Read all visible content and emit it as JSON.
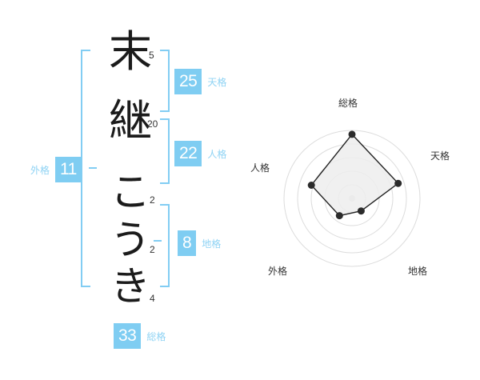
{
  "name_diagram": {
    "characters": [
      {
        "char": "末",
        "strokes": "5",
        "type": "kanji"
      },
      {
        "char": "継",
        "strokes": "20",
        "type": "kanji"
      },
      {
        "char": "こ",
        "strokes": "2",
        "type": "kana"
      },
      {
        "char": "う",
        "strokes": "2",
        "type": "kana"
      },
      {
        "char": "き",
        "strokes": "4",
        "type": "kana"
      }
    ],
    "badges": [
      {
        "id": "tenkaku",
        "value": "25",
        "label": "天格"
      },
      {
        "id": "jinkaku",
        "value": "22",
        "label": "人格"
      },
      {
        "id": "chikaku",
        "value": "8",
        "label": "地格"
      },
      {
        "id": "gaikaku",
        "value": "11",
        "label": "外格"
      },
      {
        "id": "soukaku",
        "value": "33",
        "label": "総格"
      }
    ]
  },
  "colors": {
    "accent": "#7fcdf2",
    "accent_label": "#8fd3f4",
    "text": "#1b1b1b",
    "grid": "#dddddd",
    "fill": "#ededed",
    "marker": "#333333"
  },
  "chart_data": {
    "type": "radar",
    "title": "",
    "categories": [
      "総格",
      "天格",
      "地格",
      "外格",
      "人格"
    ],
    "values": [
      33,
      25,
      8,
      11,
      22
    ],
    "rmax": 35,
    "rings": 5,
    "grid": true,
    "legend": false,
    "xlabel": "",
    "ylabel": "",
    "annotations": []
  }
}
